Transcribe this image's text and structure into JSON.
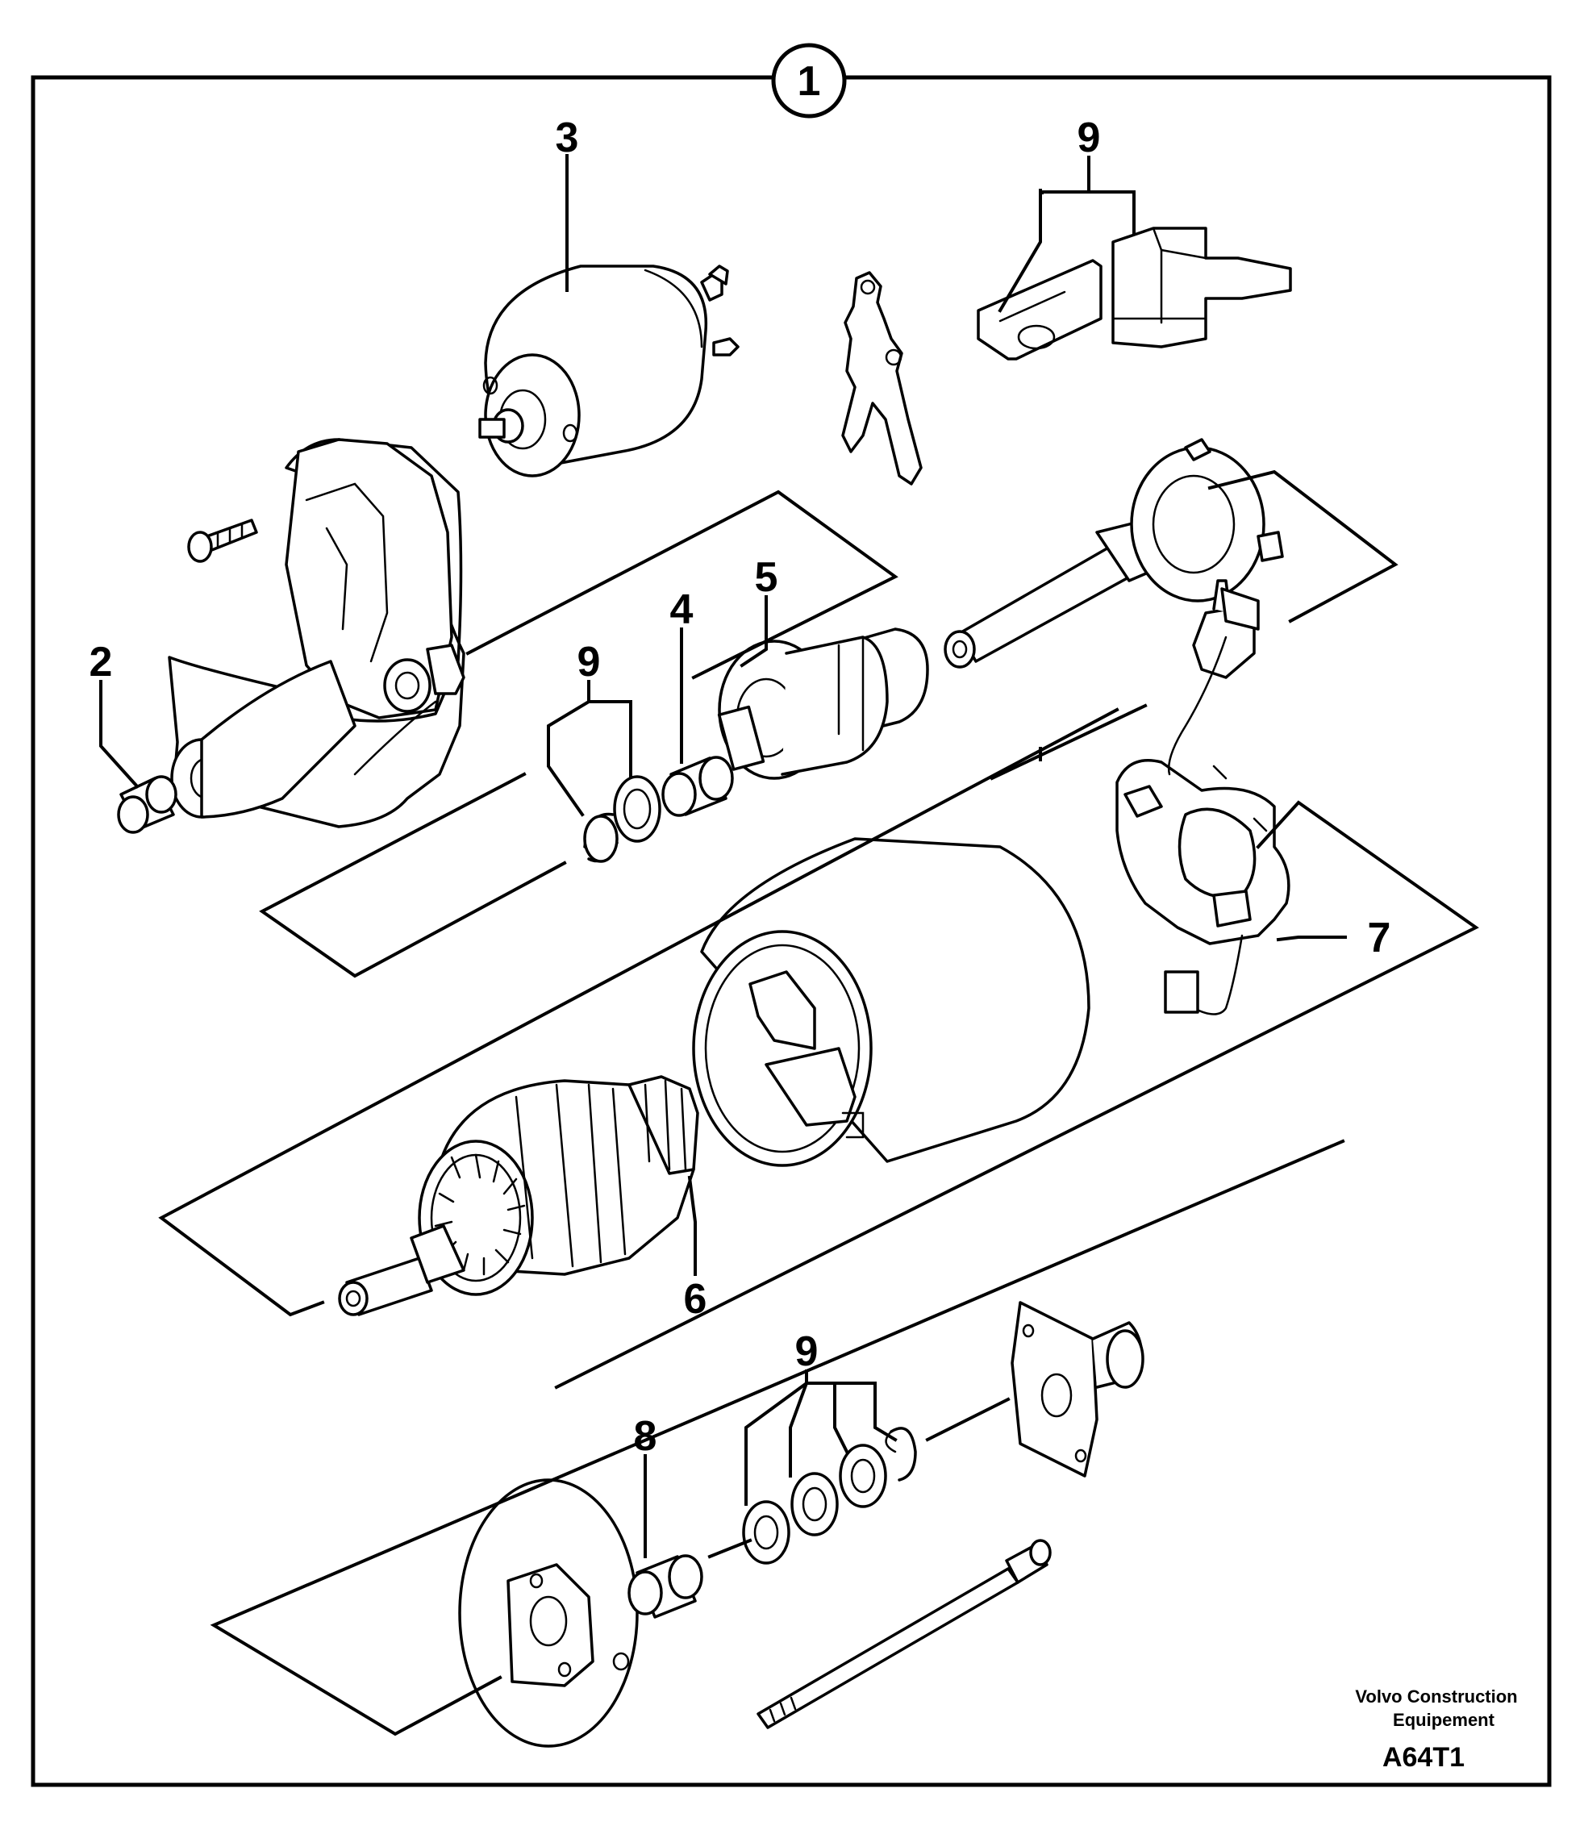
{
  "diagram": {
    "assembly_callout": "1",
    "callouts": {
      "solenoid": "3",
      "brush_set": "9",
      "bushing_front": "2",
      "circlip_set_front": "9",
      "bushing_drive": "4",
      "drive_pinion": "5",
      "brush_holder": "7",
      "armature": "6",
      "bushing_rear": "8",
      "washer_set_rear": "9"
    },
    "footer": {
      "maker_line1": "Volvo Construction",
      "maker_line2": "Equipement",
      "figure_code": "A64T1"
    }
  }
}
